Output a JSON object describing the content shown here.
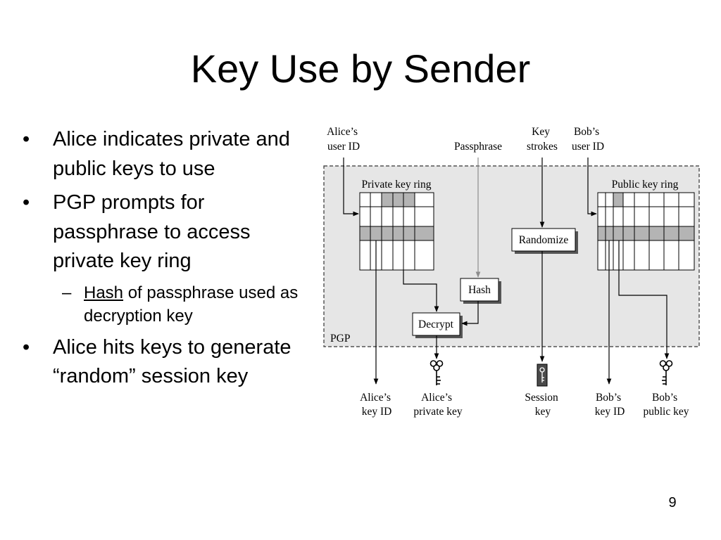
{
  "slide": {
    "title": "Key Use by Sender",
    "page_number": "9"
  },
  "bullets": [
    {
      "level": 1,
      "text": "Alice indicates private and public keys to use"
    },
    {
      "level": 1,
      "text": "PGP prompts for passphrase to access private key ring"
    },
    {
      "level": 2,
      "underlined": "Hash",
      "rest": " of passphrase used as decryption key"
    },
    {
      "level": 1,
      "text": "Alice hits keys to generate “random” session key"
    }
  ],
  "diagram": {
    "boundary_label": "PGP",
    "inputs": {
      "alice_user_id": [
        "Alice’s",
        "user ID"
      ],
      "passphrase": [
        "Passphrase"
      ],
      "key_strokes": [
        "Key",
        "strokes"
      ],
      "bob_user_id": [
        "Bob’s",
        "user ID"
      ]
    },
    "rings": {
      "private": "Private key ring",
      "public": "Public key ring"
    },
    "boxes": {
      "hash": "Hash",
      "decrypt": "Decrypt",
      "randomize": "Randomize"
    },
    "outputs": {
      "alice_key_id": [
        "Alice’s",
        "key ID"
      ],
      "alice_private_key": [
        "Alice’s",
        "private key"
      ],
      "session_key": [
        "Session",
        "key"
      ],
      "bob_key_id": [
        "Bob’s",
        "key ID"
      ],
      "bob_public_key": [
        "Bob’s",
        "public key"
      ]
    },
    "colors": {
      "boundary_fill": "#e6e6e6",
      "shaded_cell": "#b4b4b4",
      "passphrase_line": "#8c8c8c"
    }
  }
}
